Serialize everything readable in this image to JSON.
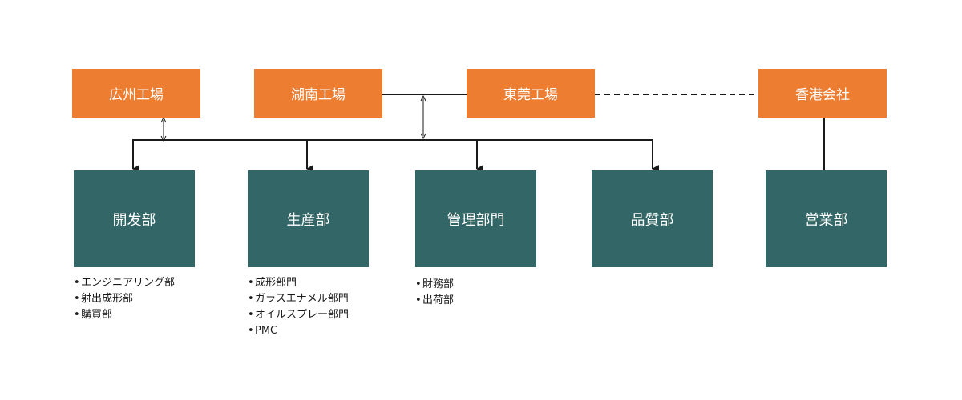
{
  "factories": [
    {
      "id": "guangzhou",
      "label": "広州工場"
    },
    {
      "id": "hunan",
      "label": "湖南工場"
    },
    {
      "id": "dongguan",
      "label": "東莞工場"
    },
    {
      "id": "hongkong",
      "label": "香港会社"
    }
  ],
  "departments": [
    {
      "id": "development",
      "label": "開发部",
      "items": [
        "エンジニアリング部",
        "射出成形部",
        "購買部"
      ]
    },
    {
      "id": "production",
      "label": "生産部",
      "items": [
        "成形部門",
        "ガラスエナメル部門",
        "オイルスプレー部門",
        "PMC"
      ]
    },
    {
      "id": "management",
      "label": "管理部門",
      "items": [
        "財務部",
        "出荷部"
      ]
    },
    {
      "id": "quality",
      "label": "品質部",
      "items": []
    },
    {
      "id": "sales",
      "label": "営業部",
      "items": []
    }
  ],
  "bullet_char": "•",
  "colors": {
    "factory_fill": "#ed7d31",
    "department_fill": "#336666",
    "line": "#1a1a1a"
  }
}
